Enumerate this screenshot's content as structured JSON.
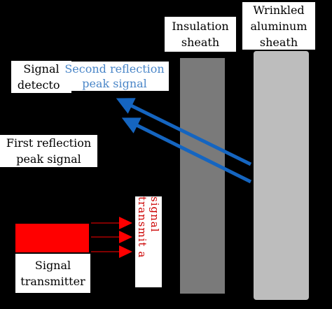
{
  "labels": {
    "insulation_sheath": [
      "Insulation",
      "sheath"
    ],
    "wrinkled_aluminum_sheath": [
      "Wrinkled",
      "aluminum",
      "sheath"
    ],
    "signal_detector": [
      "Signal",
      "detector"
    ],
    "second_reflection": [
      "Second reflection",
      "peak signal"
    ],
    "first_reflection": [
      "First reflection",
      "peak signal"
    ],
    "signal_transmitter": [
      "Signal",
      "transmitter"
    ],
    "transmit_signal": [
      "transmit a",
      "signal"
    ]
  },
  "colors": {
    "background": "#000000",
    "insulation_bar": "#7a7a7a",
    "aluminum_bar": "#bdbdbd",
    "transmitter_block": "#ff0000",
    "reflection_arrow": "#1565c0",
    "second_reflection_text": "#4a86c8",
    "transmit_text": "#cc0000"
  },
  "icons": {
    "reflection_arrows": "arrow-icon",
    "transmit_arrows": "arrow-icon"
  }
}
